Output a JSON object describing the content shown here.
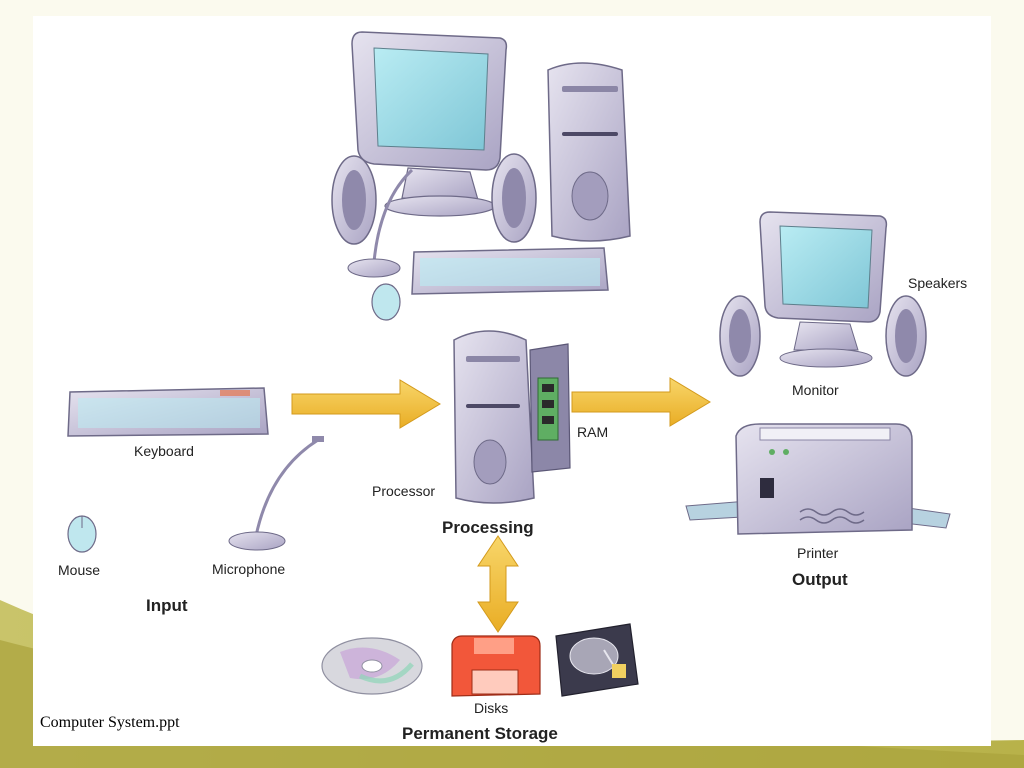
{
  "slide": {
    "caption": "Computer System.ppt"
  },
  "colors": {
    "arrow": "#f2c040",
    "device": "#c7c2d8",
    "screen": "#9fd8e4",
    "frame": "#eadf8a"
  },
  "labels": {
    "keyboard": "Keyboard",
    "mouse": "Mouse",
    "microphone": "Microphone",
    "processor": "Processor",
    "ram": "RAM",
    "monitor": "Monitor",
    "speakers": "Speakers",
    "printer": "Printer",
    "disks": "Disks"
  },
  "headings": {
    "input": "Input",
    "processing": "Processing",
    "output": "Output",
    "storage": "Permanent Storage"
  },
  "icons": [
    "desktop-computer-icon",
    "keyboard-icon",
    "mouse-icon",
    "microphone-icon",
    "tower-processor-icon",
    "ram-module-icon",
    "monitor-icon",
    "speaker-icon",
    "printer-icon",
    "cd-disk-icon",
    "floppy-disk-icon",
    "hard-drive-icon",
    "arrow-right-icon",
    "arrow-updown-icon"
  ]
}
